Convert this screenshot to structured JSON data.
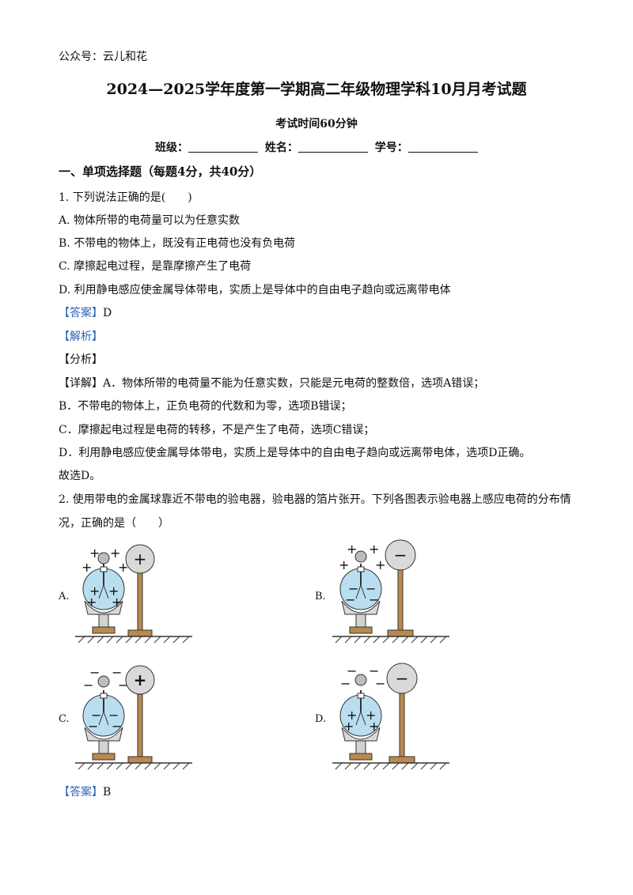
{
  "header": {
    "official": "公众号：云儿和花",
    "title": "2024—2025学年度第一学期高二年级物理学科10月月考试题",
    "subtitle": "考试时间60分钟",
    "class_label": "班级：",
    "name_label": "姓名：",
    "id_label": "学号："
  },
  "section1": {
    "heading": "一、单项选择题（每题4分，共40分）"
  },
  "q1": {
    "stem": "1. 下列说法正确的是(　　)",
    "options": [
      "A. 物体所带的电荷量可以为任意实数",
      "B. 不带电的物体上，既没有正电荷也没有负电荷",
      "C. 摩擦起电过程，是靠摩擦产生了电荷",
      "D. 利用静电感应使金属导体带电，实质上是导体中的自由电子趋向或远离带电体"
    ],
    "answer_tag": "【答案】",
    "answer": "D",
    "analysis_tag": "【解析】",
    "fenxi": "【分析】",
    "detail_tag": "【详解】",
    "detail": [
      "A．物体所带的电荷量不能为任意实数，只能是元电荷的整数倍，选项A错误；",
      "B．不带电的物体上，正负电荷的代数和为零，选项B错误；",
      "C．摩擦起电过程是电荷的转移，不是产生了电荷，选项C错误；",
      "D．利用静电感应使金属导体带电，实质上是导体中的自由电子趋向或远离带电体，选项D正确。"
    ],
    "conclusion": "故选D。"
  },
  "q2": {
    "stem1": "2. 使用带电的金属球靠近不带电的验电器，验电器的箔片张开。下列各图表示验电器上感应电荷的分布情",
    "stem2": "况，正确的是（　　）",
    "labels": [
      "A.",
      "B.",
      "C.",
      "D."
    ],
    "sphere_signs": [
      "+",
      "−",
      "+",
      "−"
    ],
    "answer_tag": "【答案】",
    "answer": "B"
  },
  "colors": {
    "accent": "#2e63b8",
    "bulb": "#b9def0",
    "wood": "#b98a4c"
  }
}
